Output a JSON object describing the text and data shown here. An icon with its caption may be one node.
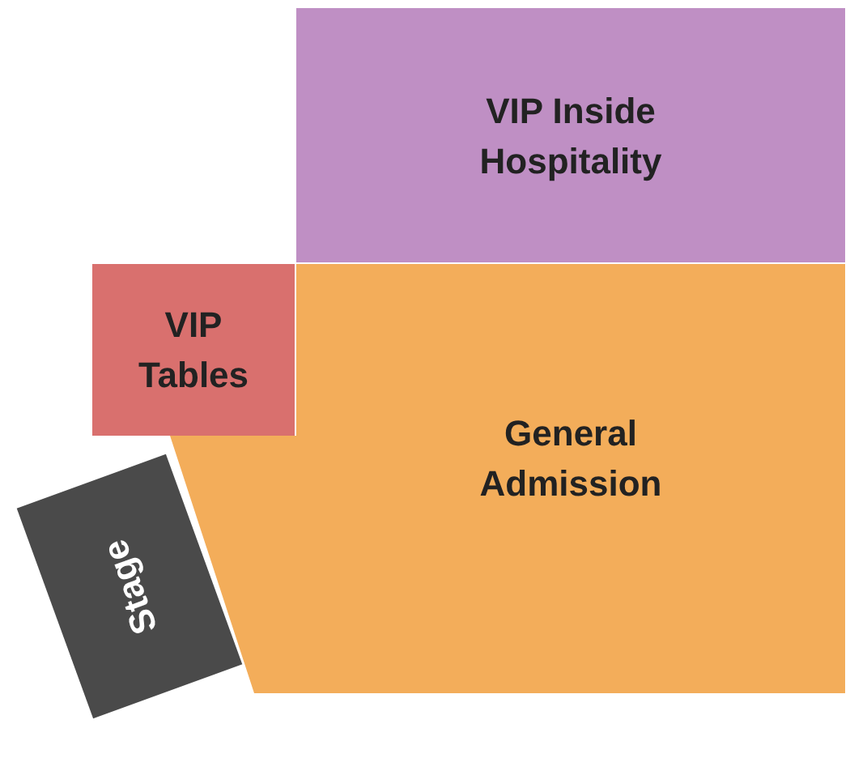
{
  "diagram": {
    "nodes": [
      {
        "text": [
          "VIP Inside Hospitality"
        ]
      },
      {
        "text": [
          "VIP Tables"
        ]
      },
      {
        "text": [
          "General Admission"
        ]
      },
      {
        "text": [
          "Stage"
        ]
      }
    ],
    "edges": []
  }
}
